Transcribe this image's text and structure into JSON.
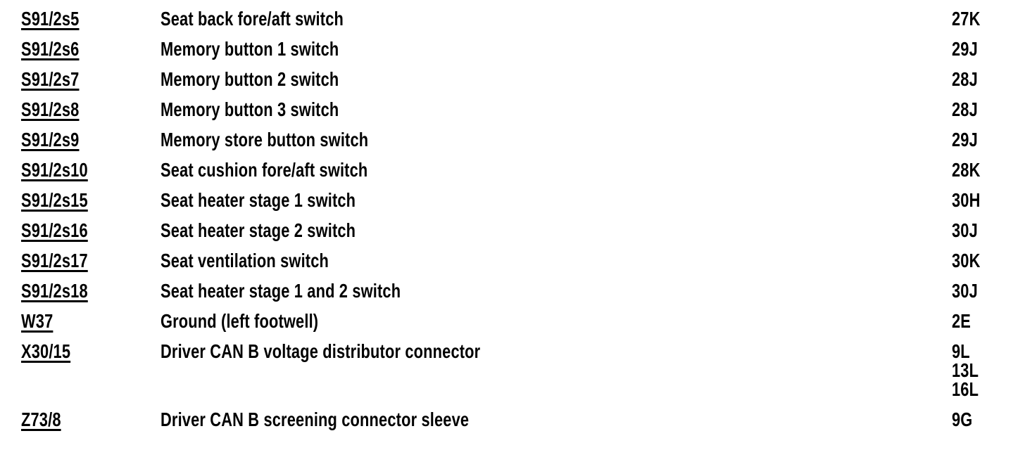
{
  "colors": {
    "background": "#ffffff",
    "text": "#000000"
  },
  "legend": {
    "rows": [
      {
        "code": "S91/2s5",
        "description": "Seat back fore/aft switch",
        "grid_refs": [
          "27K"
        ]
      },
      {
        "code": "S91/2s6",
        "description": "Memory button 1 switch",
        "grid_refs": [
          "29J"
        ]
      },
      {
        "code": "S91/2s7",
        "description": "Memory button 2 switch",
        "grid_refs": [
          "28J"
        ]
      },
      {
        "code": "S91/2s8",
        "description": "Memory button 3 switch",
        "grid_refs": [
          "28J"
        ]
      },
      {
        "code": "S91/2s9",
        "description": "Memory store button switch",
        "grid_refs": [
          "29J"
        ]
      },
      {
        "code": "S91/2s10",
        "description": "Seat cushion fore/aft switch",
        "grid_refs": [
          "28K"
        ]
      },
      {
        "code": "S91/2s15",
        "description": "Seat heater stage 1 switch",
        "grid_refs": [
          "30H"
        ]
      },
      {
        "code": "S91/2s16",
        "description": "Seat heater stage 2 switch",
        "grid_refs": [
          "30J"
        ]
      },
      {
        "code": "S91/2s17",
        "description": "Seat ventilation switch",
        "grid_refs": [
          "30K"
        ]
      },
      {
        "code": "S91/2s18",
        "description": "Seat heater stage 1 and 2 switch",
        "grid_refs": [
          "30J"
        ]
      },
      {
        "code": "W37",
        "description": "Ground (left footwell)",
        "grid_refs": [
          "2E"
        ]
      },
      {
        "code": "X30/15",
        "description": "Driver CAN B voltage distributor connector",
        "grid_refs": [
          "9L",
          "13L",
          "16L"
        ]
      },
      {
        "code": "Z73/8",
        "description": "Driver CAN B screening connector sleeve",
        "grid_refs": [
          "9G"
        ]
      }
    ]
  }
}
